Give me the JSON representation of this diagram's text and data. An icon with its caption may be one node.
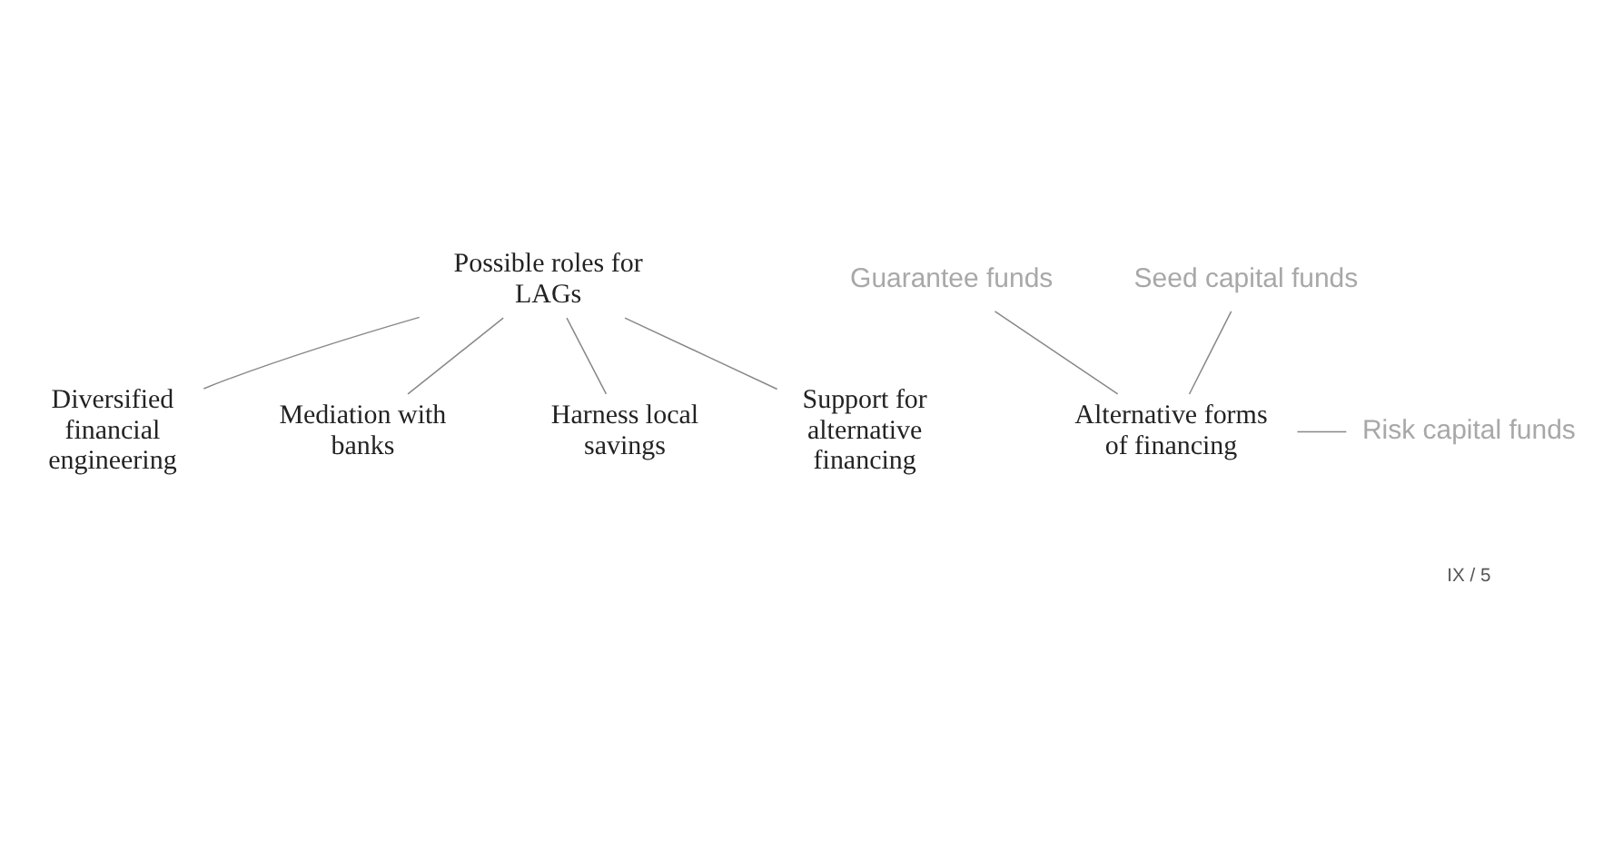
{
  "diagram": {
    "nodes": [
      {
        "text": [
          "Possible roles for LAGs"
        ]
      },
      {
        "text": [
          "Diversified financial engineering"
        ]
      },
      {
        "text": [
          "Mediation with banks"
        ]
      },
      {
        "text": [
          "Harness local savings"
        ]
      },
      {
        "text": [
          "Support for alternative financing"
        ]
      },
      {
        "text": [
          "Guarantee funds"
        ]
      },
      {
        "text": [
          "Seed capital funds"
        ]
      },
      {
        "text": [
          "Alternative forms of financing"
        ]
      },
      {
        "text": [
          "Risk capital funds"
        ]
      }
    ],
    "edges": [
      {
        "from": 0,
        "to": 1,
        "arrow": "none"
      },
      {
        "from": 0,
        "to": 2,
        "arrow": "none"
      },
      {
        "from": 0,
        "to": 3,
        "arrow": "none"
      },
      {
        "from": 0,
        "to": 4,
        "arrow": "none"
      },
      {
        "from": 5,
        "to": 7,
        "arrow": "none"
      },
      {
        "from": 6,
        "to": 7,
        "arrow": "none"
      },
      {
        "from": 7,
        "to": 8,
        "arrow": "none"
      }
    ],
    "labels": [
      "IX / 5"
    ]
  }
}
